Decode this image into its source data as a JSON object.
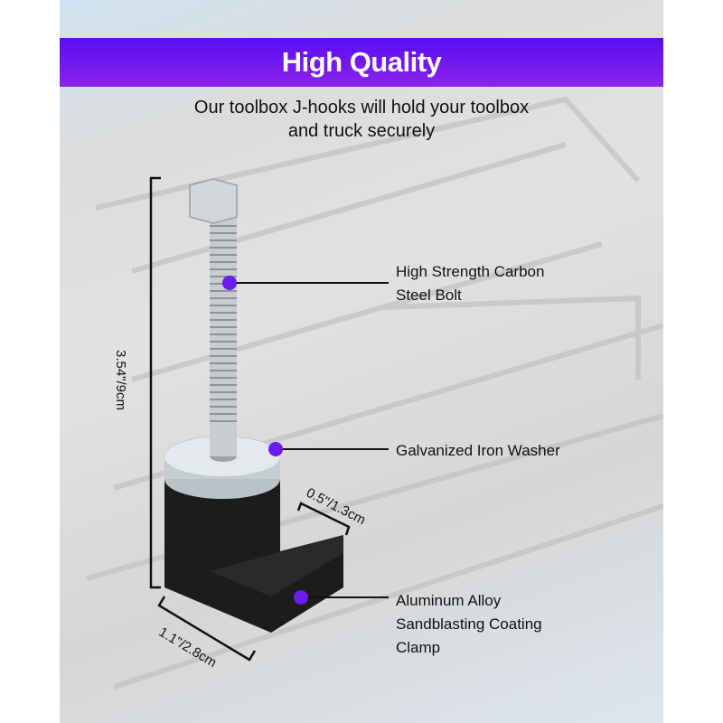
{
  "banner": {
    "title": "High Quality"
  },
  "subtitle": "Our toolbox J-hooks will hold your toolbox and truck securely",
  "callouts": [
    {
      "lines": [
        "High Strength Carbon",
        "Steel Bolt"
      ]
    },
    {
      "lines": [
        "Galvanized Iron Washer"
      ]
    },
    {
      "lines": [
        "Aluminum Alloy",
        "Sandblasting Coating",
        "Clamp"
      ]
    }
  ],
  "dimensions": {
    "height": "3.54\"/9cm",
    "width": "1.1\"/2.8cm",
    "slot": "0.5\"/1.3cm"
  },
  "colors": {
    "accent": "#6a14f2",
    "dot": "#6a1bf0"
  }
}
